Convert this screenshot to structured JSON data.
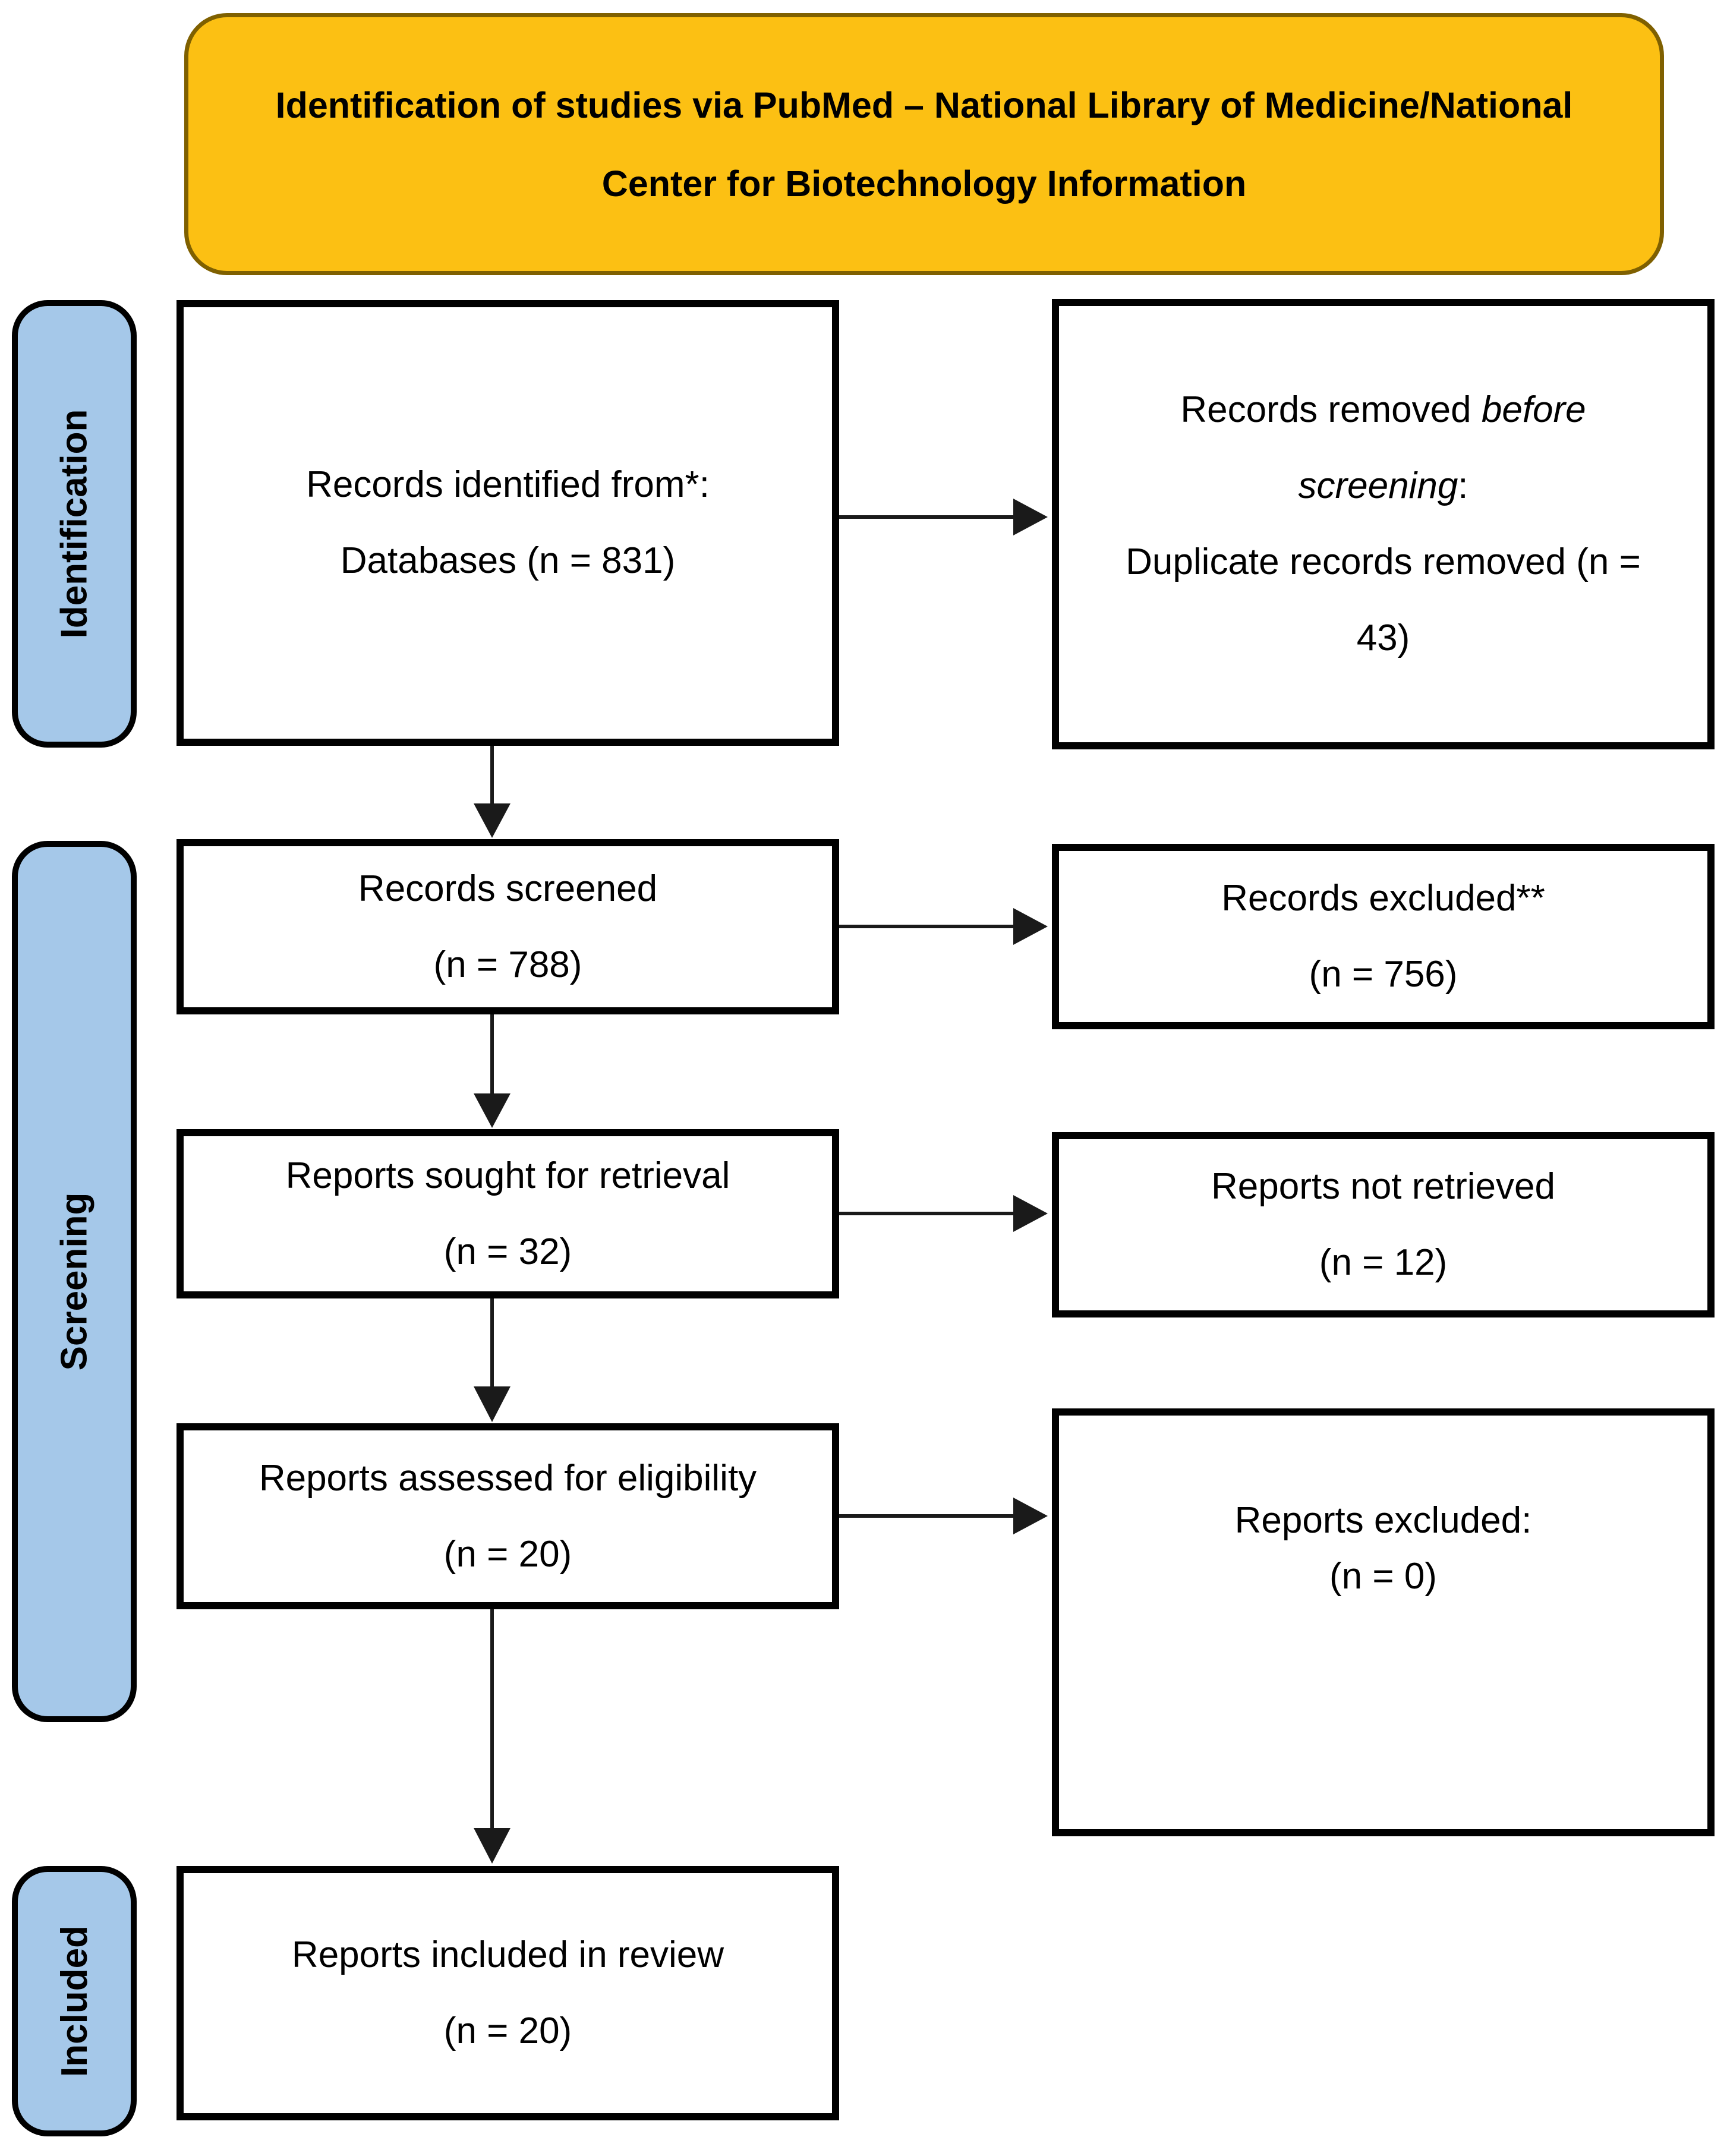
{
  "title": {
    "line1": "Identification of studies via PubMed – National Library of Medicine/National",
    "line2": "Center for Biotechnology Information"
  },
  "sidebar": [
    {
      "label": "Identification"
    },
    {
      "label": "Screening"
    },
    {
      "label": "Included"
    }
  ],
  "boxes": {
    "records_identified": {
      "line1": "Records identified from*:",
      "line2": "Databases (n = 831)"
    },
    "records_removed": {
      "line1_text": "Records removed ",
      "line1_italic": "before",
      "line2_italic": "screening",
      "line2_text": ":",
      "line3": "Duplicate records removed (n =",
      "line4": "43)"
    },
    "records_screened": {
      "line1": "Records screened",
      "line2": "(n = 788)"
    },
    "records_excluded": {
      "line1": "Records excluded**",
      "line2": "(n = 756)"
    },
    "reports_sought": {
      "line1": "Reports sought for retrieval",
      "line2": "(n = 32)"
    },
    "reports_not_retrieved": {
      "line1": "Reports not retrieved",
      "line2": "(n = 12)"
    },
    "reports_assessed": {
      "line1": "Reports assessed for eligibility",
      "line2": "(n = 20)"
    },
    "reports_excluded": {
      "line1": "Reports excluded:",
      "line2": "(n = 0)"
    },
    "reports_included": {
      "line1": "Reports included in review",
      "line2": "(n = 20)"
    }
  },
  "colors": {
    "banner_fill": "#FCC013",
    "banner_border": "#7F6000",
    "sidebar_fill": "#A5C8E9",
    "arrow": "#1A1A1A"
  }
}
